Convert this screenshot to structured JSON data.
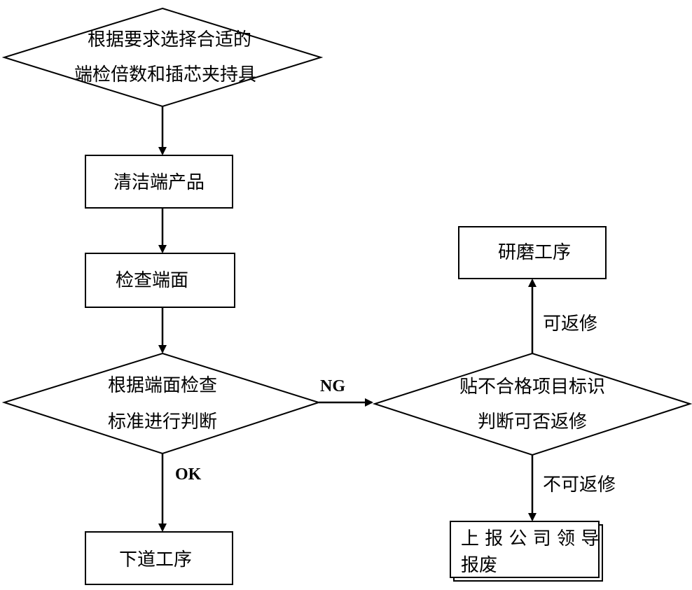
{
  "nodes": {
    "select_magnification": {
      "line1": "根据要求选择合适的",
      "line2": "端检倍数和插芯夹持具"
    },
    "clean_product": {
      "label": "清洁端产品"
    },
    "inspect_endface": {
      "label": "检查端面"
    },
    "judge_by_standard": {
      "line1": "根据端面检查",
      "line2": "标准进行判断"
    },
    "next_process": {
      "label": "下道工序"
    },
    "mark_and_judge_repair": {
      "line1": "贴不合格项目标识",
      "line2": "判断可否返修"
    },
    "grinding_process": {
      "label": "研磨工序"
    },
    "report_and_scrap": {
      "line1": "上 报 公 司 领 导",
      "line2": "报废"
    }
  },
  "edges": {
    "ok": "OK",
    "ng": "NG",
    "repairable": "可返修",
    "not_repairable": "不可返修"
  }
}
